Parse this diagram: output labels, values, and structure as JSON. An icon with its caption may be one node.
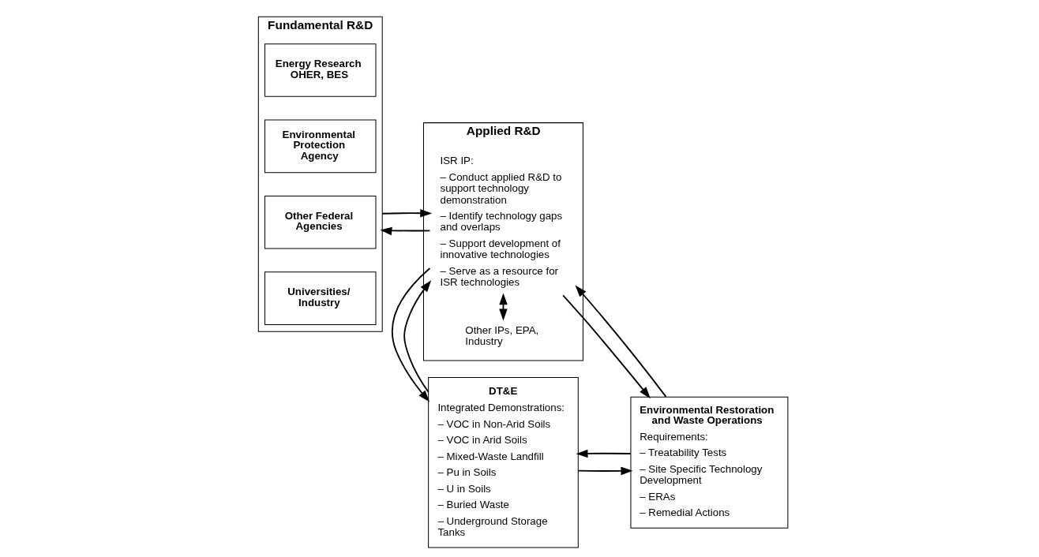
{
  "diagram": {
    "nodes": [
      {
        "text": [
          "Fundamental R&D"
        ]
      },
      {
        "text": [
          "Energy Research OHER, BES"
        ],
        "in": 0
      },
      {
        "text": [
          "Environmental Protection Agency"
        ],
        "in": 0
      },
      {
        "text": [
          "Other Federal Agencies"
        ],
        "in": 0
      },
      {
        "text": [
          "Universities/ Industry"
        ],
        "in": 0
      },
      {
        "text": [
          "Applied R&D"
        ]
      },
      {
        "text": [
          "ISR IP:",
          "– Conduct applied R&D to support technology demonstration",
          "– Identify technology gaps and overlaps",
          "– Support development of innovative technologies",
          "– Serve as a resource for ISR technologies"
        ],
        "in": 5
      },
      {
        "text": [
          "Other IPs, EPA, Industry"
        ],
        "in": 5
      },
      {
        "text": [
          "DT&E",
          "Integrated Demonstrations:",
          "– VOC in Non-Arid Soils",
          "– VOC in Arid Soils",
          "– Mixed-Waste Landfill",
          "– Pu in Soils",
          "– U in Soils",
          "– Buried Waste",
          "– Underground Storage Tanks"
        ]
      },
      {
        "text": [
          "Environmental Restoration and Waste Operations",
          "Requirements:",
          "– Treatability Tests",
          "– Site Specific Technology Development",
          "– ERAs",
          "– Remedial Actions"
        ]
      }
    ],
    "edges": [
      {
        "from": 6,
        "to": 0,
        "arrow": "to"
      },
      {
        "from": 0,
        "to": 6,
        "arrow": "to"
      },
      {
        "from": 8,
        "to": 6,
        "arrow": "to"
      },
      {
        "from": 6,
        "to": 8,
        "arrow": "to"
      },
      {
        "from": 6,
        "to": 7,
        "arrow": "both"
      },
      {
        "from": 9,
        "to": 8,
        "arrow": "to"
      },
      {
        "from": 8,
        "to": 9,
        "arrow": "to"
      },
      {
        "from": 6,
        "to": 9,
        "arrow": "to"
      },
      {
        "from": 9,
        "to": 6,
        "arrow": "to"
      }
    ]
  }
}
